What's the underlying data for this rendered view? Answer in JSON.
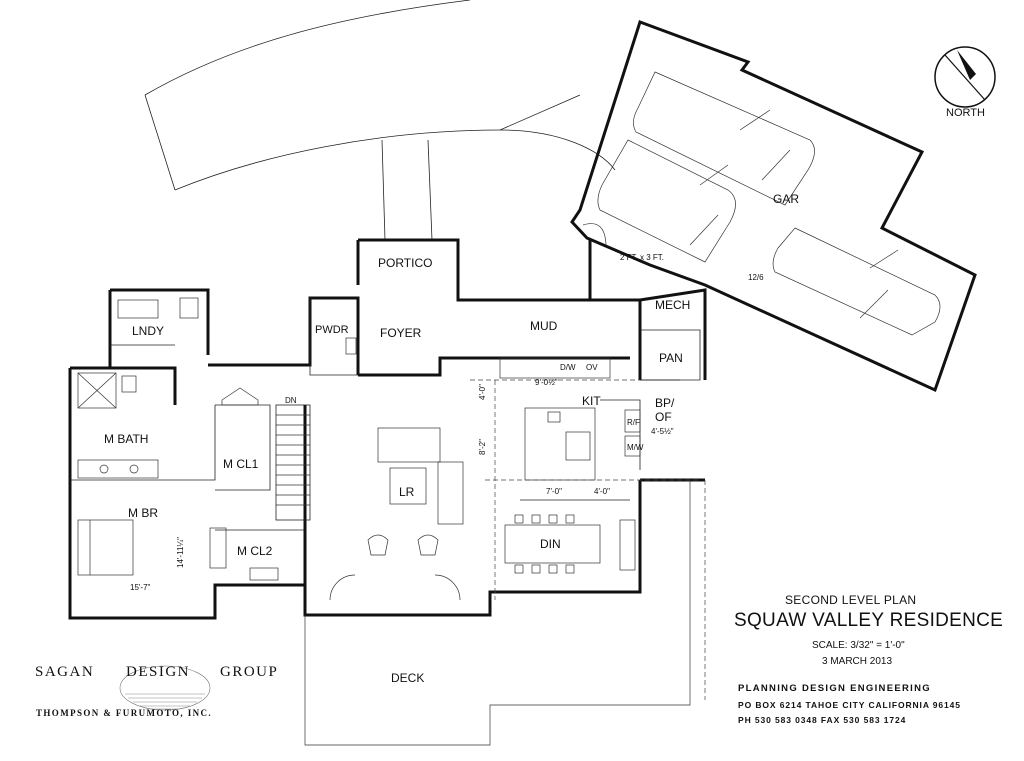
{
  "rooms": {
    "portico": "PORTICO",
    "foyer": "FOYER",
    "pwdr": "PWDR",
    "lndy": "LNDY",
    "mud": "MUD",
    "mech": "MECH",
    "pan": "PAN",
    "bp_of_1": "BP/",
    "bp_of_2": "OF",
    "kit": "KIT",
    "gar": "GAR",
    "m_bath": "M BATH",
    "m_cl1": "M CL1",
    "m_cl2": "M CL2",
    "m_br": "M BR",
    "lr": "LR",
    "din": "DIN",
    "deck": "DECK",
    "dn": "DN",
    "rf": "R/F",
    "mw": "M/W",
    "dw": "D/W",
    "ov": "OV"
  },
  "dimensions": {
    "mbr_width": "15'-7\"",
    "mbr_depth": "14'-11¼\"",
    "kit_run": "9'-0½\"",
    "kit_4_0_v": "4'-0\"",
    "kit_8_2": "8'-2\"",
    "kit_7_0": "7'-0\"",
    "kit_4_0_h": "4'-0\"",
    "bp_of_dim": "4'-5½\"",
    "hatch": "2 FT. x 3 FT.",
    "roof_pitch": "12/6"
  },
  "north": {
    "label": "NORTH"
  },
  "plan_info": {
    "subtitle": "SECOND LEVEL PLAN",
    "title": "SQUAW VALLEY RESIDENCE",
    "scale": "SCALE: 3/32\" = 1'-0\"",
    "date": "3 MARCH 2013"
  },
  "firm": {
    "line1": "PLANNING DESIGN ENGINEERING",
    "line2": "PO BOX 6214  TAHOE CITY  CALIFORNIA  96145",
    "line3": "PH  530 583 0348     FAX  530 583 1724"
  },
  "logo": {
    "left": "SAGAN",
    "middle": "DESIGN",
    "right": "GROUP",
    "sub": "THOMPSON & FURUMOTO, INC."
  }
}
